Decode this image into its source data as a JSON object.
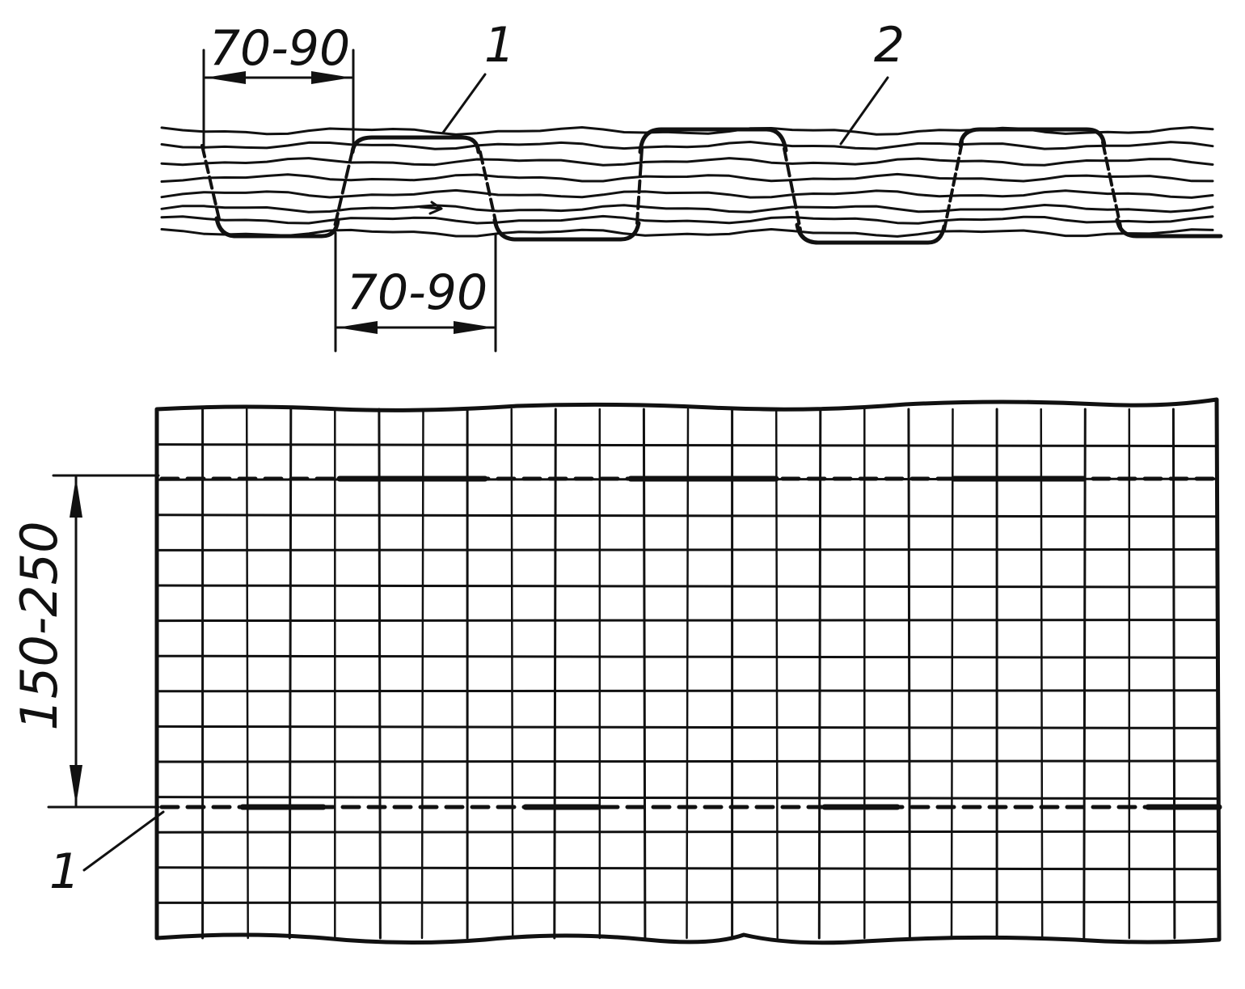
{
  "colors": {
    "ink": "#111111",
    "paper": "#ffffff"
  },
  "section_view": {
    "dim_upper_label": "70-90",
    "dim_lower_label": "70-90",
    "callout_stitch": "1",
    "callout_mat": "2"
  },
  "plan_view": {
    "dim_vertical_label": "150-250",
    "callout_stitch": "1"
  }
}
